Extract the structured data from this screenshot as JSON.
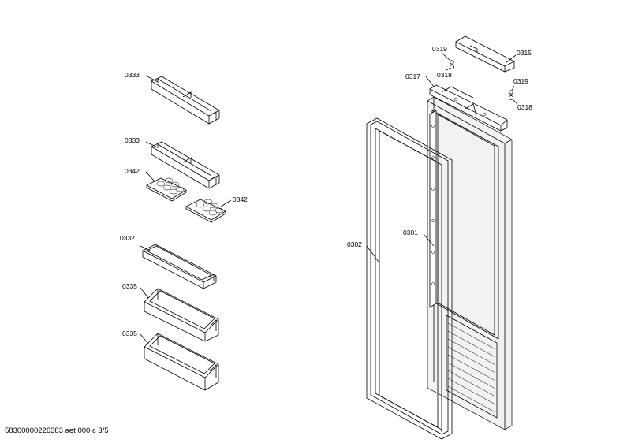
{
  "labels": {
    "l_0333a": "0333",
    "l_0333b": "0333",
    "l_0342a": "0342",
    "l_0342b": "0342",
    "l_0332": "0332",
    "l_0335a": "0335",
    "l_0335b": "0335",
    "l_0319a": "0319",
    "l_0318a": "0318",
    "l_0315": "0315",
    "l_0317": "0317",
    "l_0319b": "0319",
    "l_0318b": "0318",
    "l_0302": "0302",
    "l_0301": "0301"
  },
  "footer": "58300000226383 aet 000 c 3/5"
}
